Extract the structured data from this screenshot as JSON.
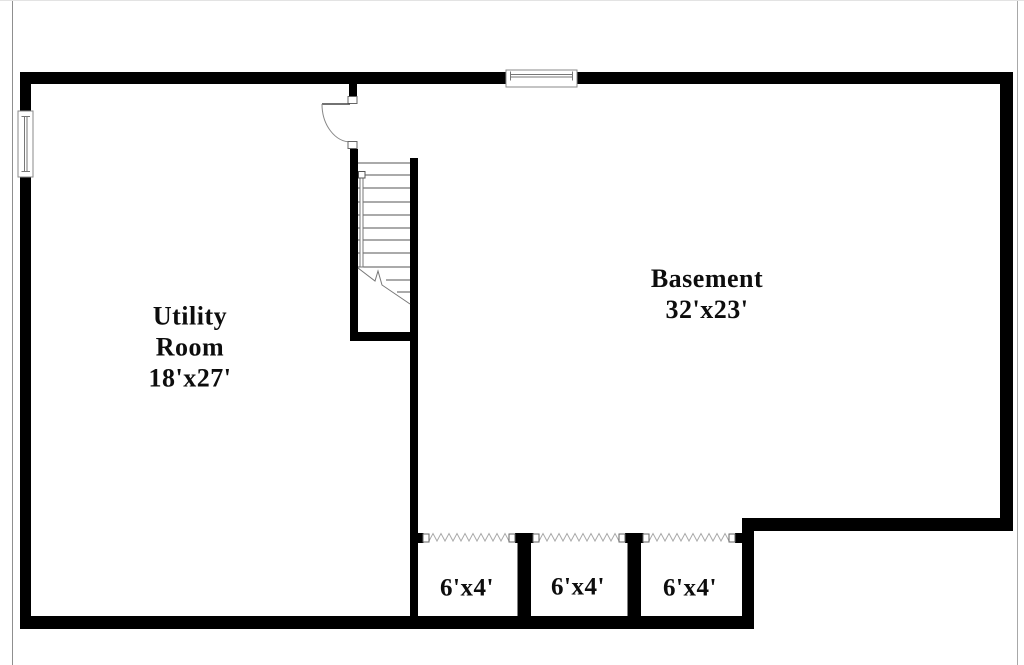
{
  "page": {
    "background": "#ffffff",
    "edge_color": "#8f8f8f"
  },
  "floorplan": {
    "wall_color": "#000000",
    "detail_color": "#777777",
    "zigzag_color": "#aaaaaa",
    "labels": {
      "utility_room": {
        "name_line1": "Utility",
        "name_line2": "Room",
        "size": "18'x27'"
      },
      "basement": {
        "name": "Basement",
        "size": "32'x23'"
      },
      "closet_sizes": [
        "6'x4'",
        "6'x4'",
        "6'x4'"
      ]
    },
    "features": {
      "window_top": "window",
      "window_left": "window",
      "door": "door-swing",
      "staircase": "stairs-with-break-line",
      "closet_openings": "open-archway-zigzag"
    }
  }
}
